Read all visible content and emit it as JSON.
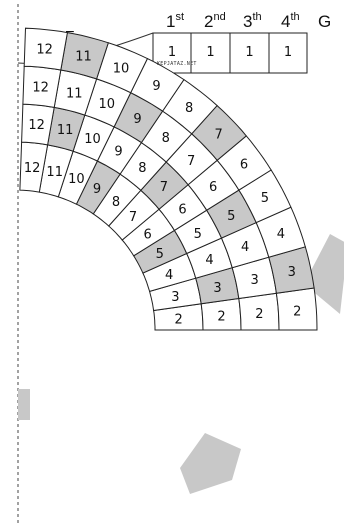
{
  "stage_label": "STAGE",
  "balcony_headers": [
    {
      "number": "1",
      "suffix": "st"
    },
    {
      "number": "2",
      "suffix": "nd"
    },
    {
      "number": "3",
      "suffix": "th"
    },
    {
      "number": "4",
      "suffix": "th"
    }
  ],
  "gate_label": "G",
  "watermark": "KEPJATAZ.NET",
  "colors": {
    "box_fill": "#ffffff",
    "occupied_fill": "#c8c8c8",
    "line": "#222222",
    "outside_fill": "#c8c8c8"
  },
  "rows": [
    {
      "box": "1",
      "tiers": [
        "1",
        "1",
        "1",
        "1"
      ],
      "occupied": []
    },
    {
      "box": "2",
      "tiers": [
        "2",
        "2",
        "2",
        "2"
      ],
      "occupied": []
    },
    {
      "box": "3",
      "tiers": [
        "3",
        "3",
        "3",
        "3"
      ],
      "occupied": [
        1,
        3
      ]
    },
    {
      "box": "4",
      "tiers": [
        "4",
        "4",
        "4",
        "4"
      ],
      "occupied": []
    },
    {
      "box": "5",
      "tiers": [
        "5",
        "5",
        "5",
        "5"
      ],
      "occupied": [
        0,
        2
      ]
    },
    {
      "box": "6",
      "tiers": [
        "6",
        "6",
        "6",
        "6"
      ],
      "occupied": []
    },
    {
      "box": "7",
      "tiers": [
        "7",
        "7",
        "7",
        "7"
      ],
      "occupied": [
        1,
        3
      ]
    },
    {
      "box": "8",
      "tiers": [
        "8",
        "8",
        "8",
        "8"
      ],
      "occupied": []
    },
    {
      "box": "9",
      "tiers": [
        "9",
        "9",
        "9",
        "9"
      ],
      "occupied": [
        0,
        2
      ]
    },
    {
      "box": "10",
      "tiers": [
        "10",
        "10",
        "10",
        "10"
      ],
      "occupied": []
    },
    {
      "box": "11",
      "tiers": [
        "11",
        "11",
        "11",
        "11"
      ],
      "occupied": [
        1,
        3
      ]
    },
    {
      "box": "12",
      "tiers": [
        "12",
        "12",
        "12",
        "12"
      ],
      "occupied": []
    }
  ]
}
